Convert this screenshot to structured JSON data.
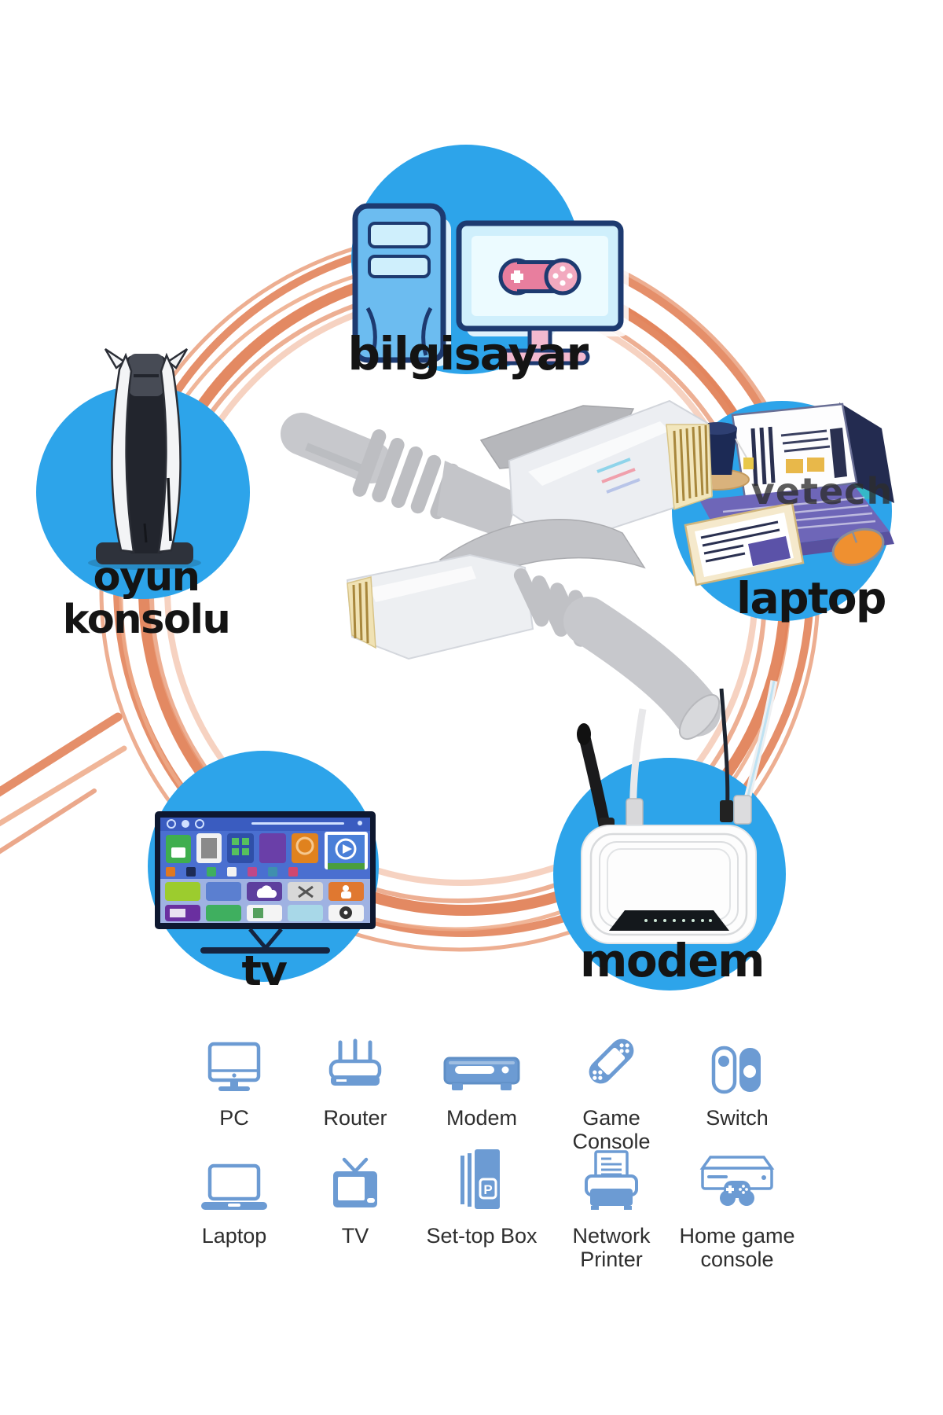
{
  "colors": {
    "hub_circle_blue": "#2da4ea",
    "swirl_orange": "#e2835a",
    "hub_label_color": "#141414",
    "grid_icon_blue": "#6c9bd3",
    "grid_label_color": "#2e2e2e",
    "cable_gray": "#c7c8cc"
  },
  "hub": {
    "computer": {
      "label": "bilgisayar"
    },
    "game_console": {
      "label_line1": "oyun",
      "label_line2": "konsolu"
    },
    "laptop": {
      "label": "laptop",
      "watermark": "vetech"
    },
    "tv": {
      "label": "tv"
    },
    "modem": {
      "label": "modem"
    }
  },
  "device_grid": {
    "set_top_box_glyph": "P",
    "row1": [
      {
        "label": "PC",
        "icon": "pc-icon"
      },
      {
        "label": "Router",
        "icon": "router-icon"
      },
      {
        "label": "Modem",
        "icon": "modem-icon"
      },
      {
        "label": "Game Console",
        "icon": "game-console-icon"
      },
      {
        "label": "Switch",
        "icon": "switch-icon"
      }
    ],
    "row2": [
      {
        "label": "Laptop",
        "icon": "laptop-icon"
      },
      {
        "label": "TV",
        "icon": "tv-icon"
      },
      {
        "label": "Set-top Box",
        "icon": "set-top-box-icon"
      },
      {
        "label": "Network Printer",
        "icon": "network-printer-icon"
      },
      {
        "label": "Home game console",
        "icon": "home-game-console-icon"
      }
    ]
  }
}
